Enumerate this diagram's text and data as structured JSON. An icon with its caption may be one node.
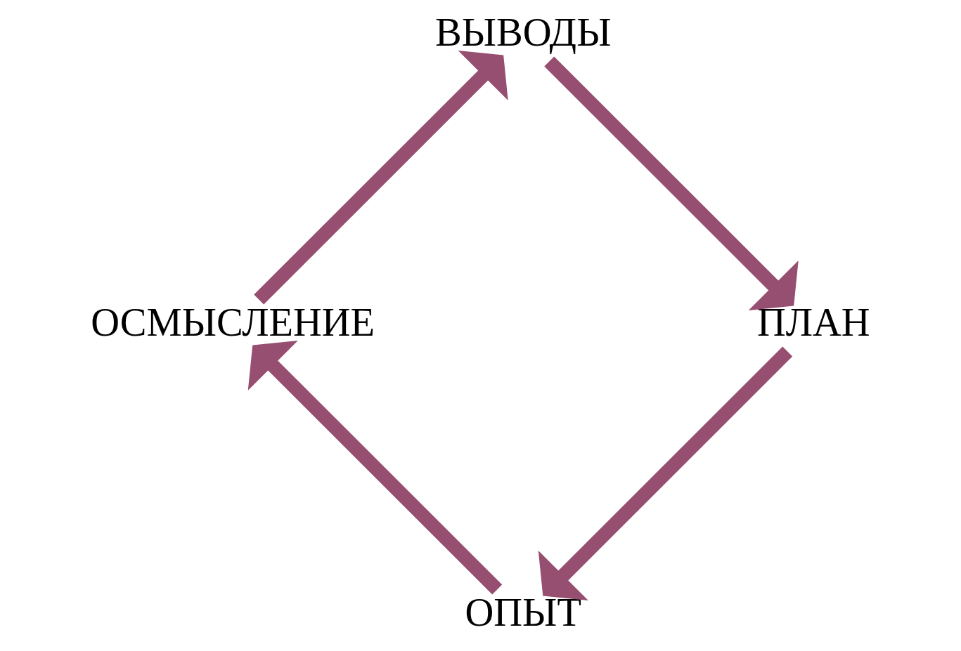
{
  "diagram": {
    "nodes": [
      {
        "text": [
          "ОПЫТ"
        ]
      },
      {
        "text": [
          "ОСМЫСЛЕНИЕ"
        ]
      },
      {
        "text": [
          "ВЫВОДЫ"
        ]
      },
      {
        "text": [
          "ПЛАН"
        ]
      }
    ],
    "edges": [
      {
        "from": 0,
        "to": 1,
        "arrow": "to"
      },
      {
        "from": 1,
        "to": 2,
        "arrow": "to"
      },
      {
        "from": 2,
        "to": 3,
        "arrow": "to"
      },
      {
        "from": 3,
        "to": 0,
        "arrow": "to"
      }
    ]
  }
}
